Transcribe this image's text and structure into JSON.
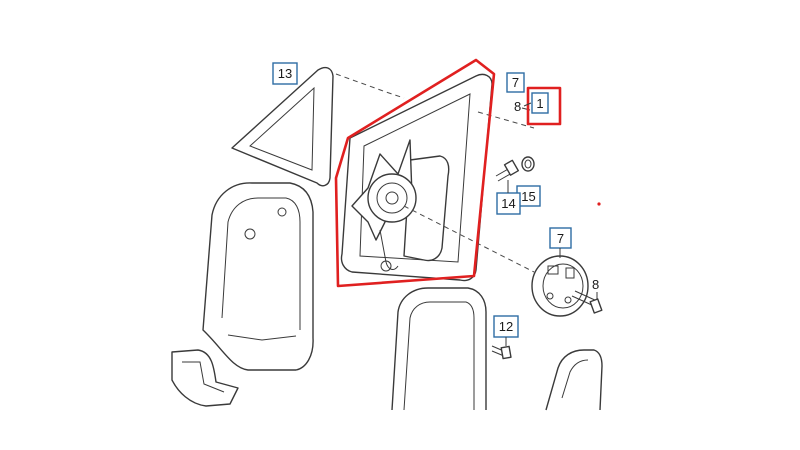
{
  "diagram": {
    "callouts": {
      "c13": "13",
      "c7top": "7",
      "c1": "1",
      "c15": "15",
      "c14": "14",
      "c7mid": "7",
      "c12": "12"
    },
    "plain_labels": {
      "l8top": "8",
      "l8right": "8"
    },
    "colors": {
      "highlight": "#e02020",
      "callout_border": "#2e6da4",
      "line": "#3a3a3a"
    }
  }
}
